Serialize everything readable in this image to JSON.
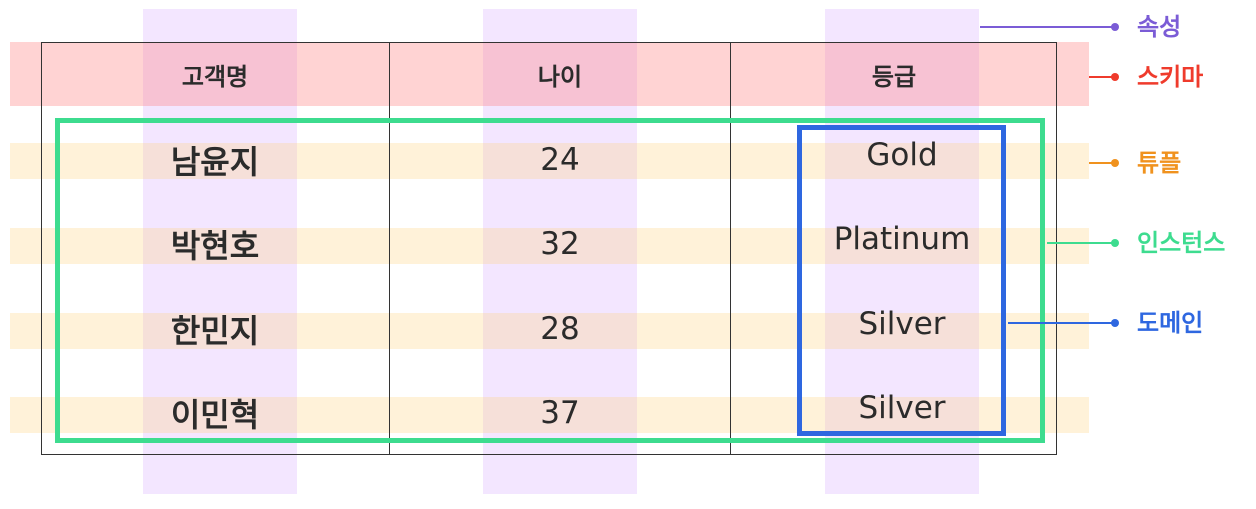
{
  "table": {
    "headers": [
      "고객명",
      "나이",
      "등급"
    ],
    "rows": [
      [
        "남윤지",
        "24",
        "Gold"
      ],
      [
        "박현호",
        "32",
        "Platinum"
      ],
      [
        "한민지",
        "28",
        "Silver"
      ],
      [
        "이민혁",
        "37",
        "Silver"
      ]
    ]
  },
  "labels": {
    "attribute": {
      "text": "속성",
      "color": "#7b5cd6"
    },
    "schema": {
      "text": "스키마",
      "color": "#ef3b2c"
    },
    "tuple": {
      "text": "튜플",
      "color": "#f0921e"
    },
    "instance": {
      "text": "인스턴스",
      "color": "#3ddc8f"
    },
    "domain": {
      "text": "도메인",
      "color": "#2e67e0"
    }
  }
}
